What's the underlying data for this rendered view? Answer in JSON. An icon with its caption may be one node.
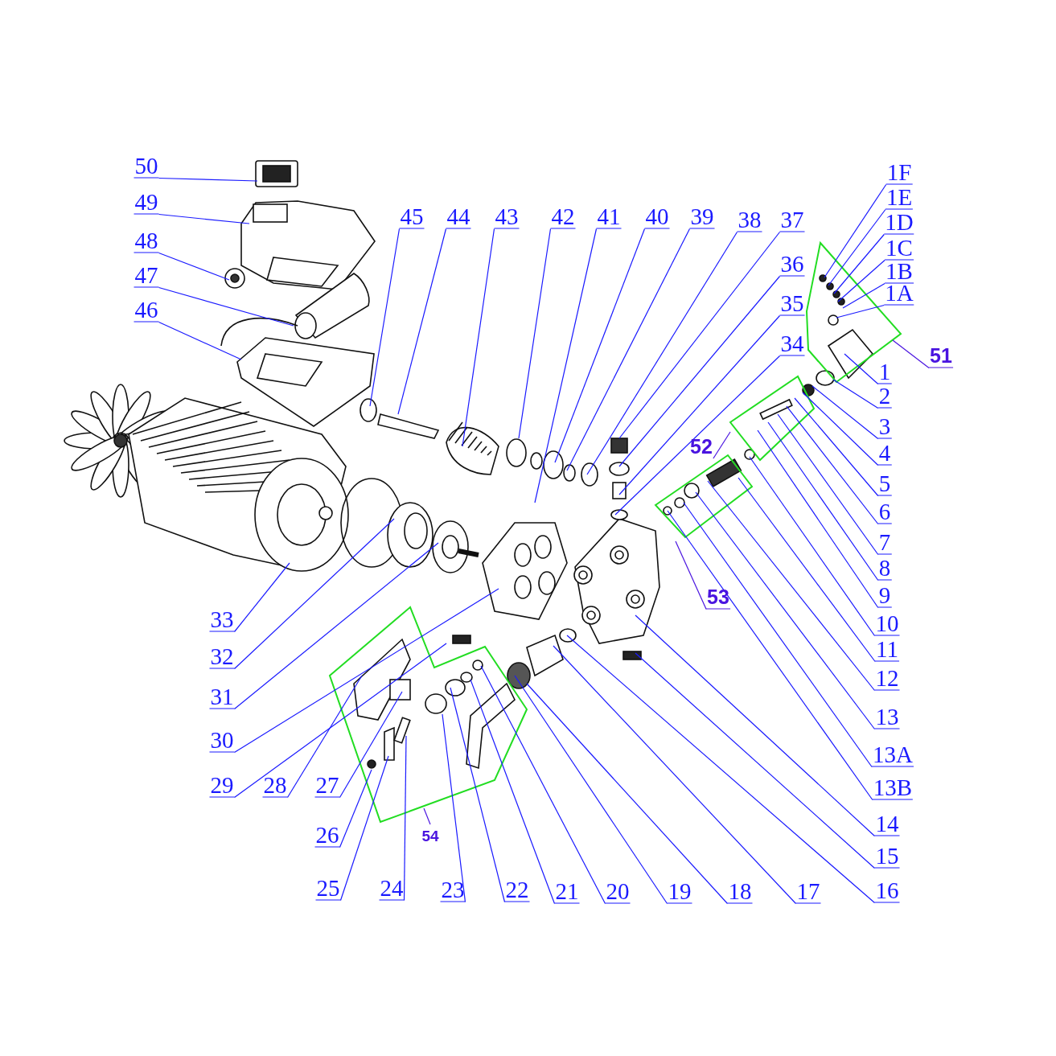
{
  "diagram": {
    "nodes": [
      {
        "text": [
          "50"
        ]
      },
      {
        "text": [
          "49"
        ]
      },
      {
        "text": [
          "48"
        ]
      },
      {
        "text": [
          "47"
        ]
      },
      {
        "text": [
          "46"
        ]
      },
      {
        "text": [
          "45"
        ]
      },
      {
        "text": [
          "44"
        ]
      },
      {
        "text": [
          "43"
        ]
      },
      {
        "text": [
          "42"
        ]
      },
      {
        "text": [
          "41"
        ]
      },
      {
        "text": [
          "40"
        ]
      },
      {
        "text": [
          "39"
        ]
      },
      {
        "text": [
          "38"
        ]
      },
      {
        "text": [
          "37"
        ]
      },
      {
        "text": [
          "1F"
        ]
      },
      {
        "text": [
          "1E"
        ]
      },
      {
        "text": [
          "1D"
        ]
      },
      {
        "text": [
          "1C"
        ]
      },
      {
        "text": [
          "1B"
        ]
      },
      {
        "text": [
          "1A"
        ]
      },
      {
        "text": [
          "36"
        ]
      },
      {
        "text": [
          "35"
        ]
      },
      {
        "text": [
          "34"
        ]
      },
      {
        "text": [
          "51"
        ]
      },
      {
        "text": [
          "1"
        ]
      },
      {
        "text": [
          "2"
        ]
      },
      {
        "text": [
          "3"
        ]
      },
      {
        "text": [
          "4"
        ]
      },
      {
        "text": [
          "5"
        ]
      },
      {
        "text": [
          "6"
        ]
      },
      {
        "text": [
          "7"
        ]
      },
      {
        "text": [
          "8"
        ]
      },
      {
        "text": [
          "9"
        ]
      },
      {
        "text": [
          "52"
        ]
      },
      {
        "text": [
          "10"
        ]
      },
      {
        "text": [
          "11"
        ]
      },
      {
        "text": [
          "12"
        ]
      },
      {
        "text": [
          "13"
        ]
      },
      {
        "text": [
          "53"
        ]
      },
      {
        "text": [
          "13A"
        ]
      },
      {
        "text": [
          "13B"
        ]
      },
      {
        "text": [
          "14"
        ]
      },
      {
        "text": [
          "15"
        ]
      },
      {
        "text": [
          "16"
        ]
      },
      {
        "text": [
          "17"
        ]
      },
      {
        "text": [
          "18"
        ]
      },
      {
        "text": [
          "19"
        ]
      },
      {
        "text": [
          "20"
        ]
      },
      {
        "text": [
          "21"
        ]
      },
      {
        "text": [
          "22"
        ]
      },
      {
        "text": [
          "23"
        ]
      },
      {
        "text": [
          "24"
        ]
      },
      {
        "text": [
          "25"
        ]
      },
      {
        "text": [
          "26"
        ]
      },
      {
        "text": [
          "27"
        ]
      },
      {
        "text": [
          "28"
        ]
      },
      {
        "text": [
          "29"
        ]
      },
      {
        "text": [
          "30"
        ]
      },
      {
        "text": [
          "31"
        ]
      },
      {
        "text": [
          "32"
        ]
      },
      {
        "text": [
          "33"
        ]
      },
      {
        "text": [
          "54"
        ]
      }
    ],
    "edges": [
      {
        "from": 0,
        "to": null,
        "arrow": "none"
      },
      {
        "from": 1,
        "to": null,
        "arrow": "none"
      },
      {
        "from": 2,
        "to": null,
        "arrow": "none"
      },
      {
        "from": 3,
        "to": null,
        "arrow": "none"
      },
      {
        "from": 4,
        "to": null,
        "arrow": "none"
      },
      {
        "from": 5,
        "to": null,
        "arrow": "none"
      },
      {
        "from": 6,
        "to": null,
        "arrow": "none"
      },
      {
        "from": 7,
        "to": null,
        "arrow": "none"
      },
      {
        "from": 8,
        "to": null,
        "arrow": "none"
      },
      {
        "from": 9,
        "to": null,
        "arrow": "none"
      },
      {
        "from": 10,
        "to": null,
        "arrow": "none"
      },
      {
        "from": 11,
        "to": null,
        "arrow": "none"
      },
      {
        "from": 12,
        "to": null,
        "arrow": "none"
      },
      {
        "from": 13,
        "to": null,
        "arrow": "none"
      },
      {
        "from": 14,
        "to": null,
        "arrow": "none"
      },
      {
        "from": 15,
        "to": null,
        "arrow": "none"
      },
      {
        "from": 16,
        "to": null,
        "arrow": "none"
      },
      {
        "from": 17,
        "to": null,
        "arrow": "none"
      },
      {
        "from": 18,
        "to": null,
        "arrow": "none"
      },
      {
        "from": 19,
        "to": null,
        "arrow": "none"
      },
      {
        "from": 20,
        "to": null,
        "arrow": "none"
      },
      {
        "from": 21,
        "to": null,
        "arrow": "none"
      },
      {
        "from": 22,
        "to": null,
        "arrow": "none"
      },
      {
        "from": 23,
        "to": null,
        "arrow": "none",
        "color": "#4a14e0"
      },
      {
        "from": 24,
        "to": null,
        "arrow": "none"
      },
      {
        "from": 25,
        "to": null,
        "arrow": "none"
      },
      {
        "from": 26,
        "to": null,
        "arrow": "none"
      },
      {
        "from": 27,
        "to": null,
        "arrow": "none"
      },
      {
        "from": 28,
        "to": null,
        "arrow": "none"
      },
      {
        "from": 29,
        "to": null,
        "arrow": "none"
      },
      {
        "from": 30,
        "to": null,
        "arrow": "none"
      },
      {
        "from": 31,
        "to": null,
        "arrow": "none"
      },
      {
        "from": 32,
        "to": null,
        "arrow": "none"
      },
      {
        "from": 33,
        "to": null,
        "arrow": "none",
        "color": "#4a14e0"
      },
      {
        "from": 34,
        "to": null,
        "arrow": "none"
      },
      {
        "from": 35,
        "to": null,
        "arrow": "none"
      },
      {
        "from": 36,
        "to": null,
        "arrow": "none"
      },
      {
        "from": 37,
        "to": null,
        "arrow": "none"
      },
      {
        "from": 38,
        "to": null,
        "arrow": "none",
        "color": "#4a14e0"
      },
      {
        "from": 39,
        "to": null,
        "arrow": "none"
      },
      {
        "from": 40,
        "to": null,
        "arrow": "none"
      },
      {
        "from": 41,
        "to": null,
        "arrow": "none"
      },
      {
        "from": 42,
        "to": null,
        "arrow": "none"
      },
      {
        "from": 43,
        "to": null,
        "arrow": "none"
      },
      {
        "from": 44,
        "to": null,
        "arrow": "none"
      },
      {
        "from": 45,
        "to": null,
        "arrow": "none"
      },
      {
        "from": 46,
        "to": null,
        "arrow": "none"
      },
      {
        "from": 47,
        "to": null,
        "arrow": "none"
      },
      {
        "from": 48,
        "to": null,
        "arrow": "none"
      },
      {
        "from": 49,
        "to": null,
        "arrow": "none"
      },
      {
        "from": 50,
        "to": null,
        "arrow": "none"
      },
      {
        "from": 51,
        "to": null,
        "arrow": "none"
      },
      {
        "from": 52,
        "to": null,
        "arrow": "none"
      },
      {
        "from": 53,
        "to": null,
        "arrow": "none"
      },
      {
        "from": 54,
        "to": null,
        "arrow": "none"
      },
      {
        "from": 55,
        "to": null,
        "arrow": "none"
      },
      {
        "from": 56,
        "to": null,
        "arrow": "none"
      },
      {
        "from": 57,
        "to": null,
        "arrow": "none"
      },
      {
        "from": 58,
        "to": null,
        "arrow": "none"
      },
      {
        "from": 59,
        "to": null,
        "arrow": "none"
      },
      {
        "from": 60,
        "to": null,
        "arrow": "none"
      },
      {
        "from": 61,
        "to": null,
        "arrow": "none",
        "color": "#4a14e0"
      }
    ]
  }
}
